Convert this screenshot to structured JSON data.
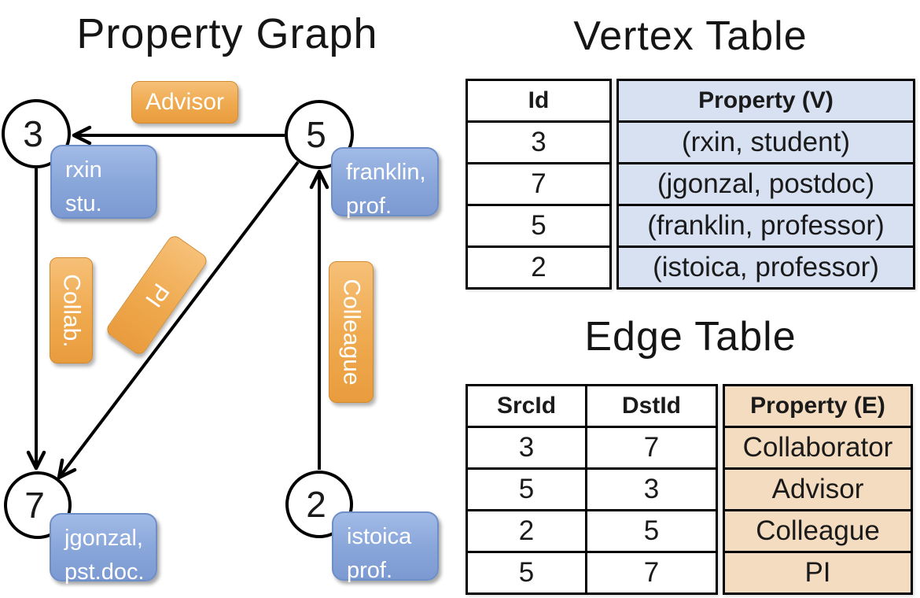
{
  "slide": {
    "graph_title": "Property Graph"
  },
  "graph": {
    "nodes": [
      {
        "id": "3",
        "property_line1": "rxin",
        "property_line2": "stu."
      },
      {
        "id": "5",
        "property_line1": "franklin,",
        "property_line2": "prof."
      },
      {
        "id": "7",
        "property_line1": "jgonzal,",
        "property_line2": "pst.doc."
      },
      {
        "id": "2",
        "property_line1": "istoica",
        "property_line2": "prof."
      }
    ],
    "edges": [
      {
        "src": "5",
        "dst": "3",
        "label": "Advisor"
      },
      {
        "src": "3",
        "dst": "7",
        "label": "Collab."
      },
      {
        "src": "5",
        "dst": "7",
        "label": "PI"
      },
      {
        "src": "2",
        "dst": "5",
        "label": "Colleague"
      }
    ]
  },
  "vertex_table": {
    "title": "Vertex Table",
    "columns": [
      "Id",
      "Property (V)"
    ],
    "rows": [
      [
        "3",
        "(rxin, student)"
      ],
      [
        "7",
        "(jgonzal, postdoc)"
      ],
      [
        "5",
        "(franklin, professor)"
      ],
      [
        "2",
        "(istoica, professor)"
      ]
    ]
  },
  "edge_table": {
    "title": "Edge Table",
    "columns": [
      "SrcId",
      "DstId",
      "Property (E)"
    ],
    "rows": [
      [
        "3",
        "7",
        "Collaborator"
      ],
      [
        "5",
        "3",
        "Advisor"
      ],
      [
        "2",
        "5",
        "Colleague"
      ],
      [
        "5",
        "7",
        "PI"
      ]
    ]
  },
  "colors": {
    "edge_label_orange": "#efa94e",
    "vertex_box_blue": "#8aa7da",
    "vertex_table_fill": "#d8e1f2",
    "edge_table_fill": "#f4dcc0",
    "line_black": "#000000"
  }
}
